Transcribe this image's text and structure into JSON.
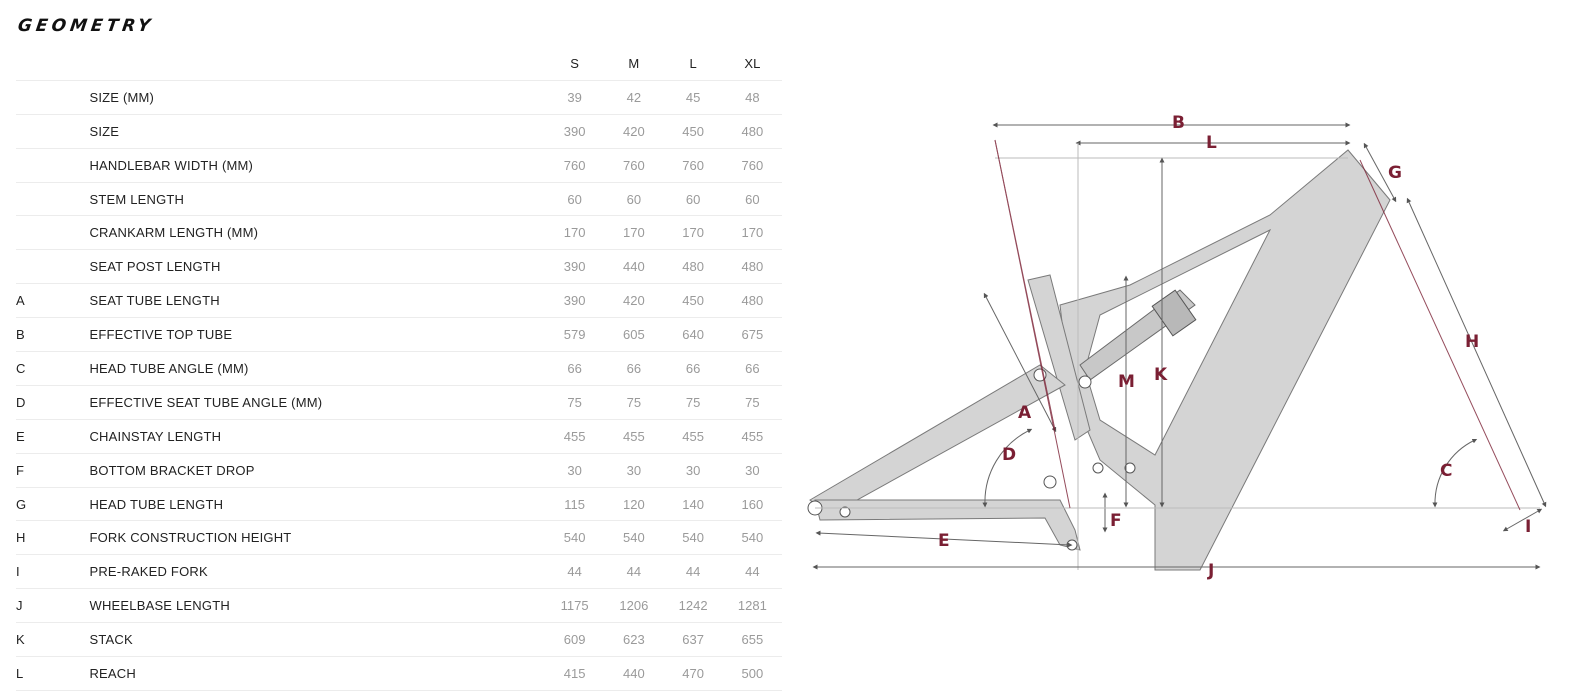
{
  "title": "GEOMETRY",
  "sizes": [
    "S",
    "M",
    "L",
    "XL"
  ],
  "rows": [
    {
      "letter": "",
      "label": "SIZE (MM)",
      "values": [
        "39",
        "42",
        "45",
        "48"
      ]
    },
    {
      "letter": "",
      "label": "SIZE",
      "values": [
        "390",
        "420",
        "450",
        "480"
      ]
    },
    {
      "letter": "",
      "label": "HANDLEBAR WIDTH (MM)",
      "values": [
        "760",
        "760",
        "760",
        "760"
      ]
    },
    {
      "letter": "",
      "label": "STEM LENGTH",
      "values": [
        "60",
        "60",
        "60",
        "60"
      ]
    },
    {
      "letter": "",
      "label": "CRANKARM LENGTH (MM)",
      "values": [
        "170",
        "170",
        "170",
        "170"
      ]
    },
    {
      "letter": "",
      "label": "SEAT POST LENGTH",
      "values": [
        "390",
        "440",
        "480",
        "480"
      ]
    },
    {
      "letter": "A",
      "label": "SEAT TUBE LENGTH",
      "values": [
        "390",
        "420",
        "450",
        "480"
      ]
    },
    {
      "letter": "B",
      "label": "EFFECTIVE TOP TUBE",
      "values": [
        "579",
        "605",
        "640",
        "675"
      ]
    },
    {
      "letter": "C",
      "label": "HEAD TUBE ANGLE (MM)",
      "values": [
        "66",
        "66",
        "66",
        "66"
      ]
    },
    {
      "letter": "D",
      "label": "EFFECTIVE SEAT TUBE ANGLE (MM)",
      "values": [
        "75",
        "75",
        "75",
        "75"
      ]
    },
    {
      "letter": "E",
      "label": "CHAINSTAY LENGTH",
      "values": [
        "455",
        "455",
        "455",
        "455"
      ]
    },
    {
      "letter": "F",
      "label": "BOTTOM BRACKET DROP",
      "values": [
        "30",
        "30",
        "30",
        "30"
      ]
    },
    {
      "letter": "G",
      "label": "HEAD TUBE LENGTH",
      "values": [
        "115",
        "120",
        "140",
        "160"
      ]
    },
    {
      "letter": "H",
      "label": "FORK CONSTRUCTION HEIGHT",
      "values": [
        "540",
        "540",
        "540",
        "540"
      ]
    },
    {
      "letter": "I",
      "label": "PRE-RAKED FORK",
      "values": [
        "44",
        "44",
        "44",
        "44"
      ]
    },
    {
      "letter": "J",
      "label": "WHEELBASE LENGTH",
      "values": [
        "1175",
        "1206",
        "1242",
        "1281"
      ]
    },
    {
      "letter": "K",
      "label": "STACK",
      "values": [
        "609",
        "623",
        "637",
        "655"
      ]
    },
    {
      "letter": "L",
      "label": "REACH",
      "values": [
        "415",
        "440",
        "470",
        "500"
      ]
    }
  ],
  "diagram_labels": {
    "A": "A",
    "B": "B",
    "C": "C",
    "D": "D",
    "E": "E",
    "F": "F",
    "G": "G",
    "H": "H",
    "I": "I",
    "J": "J",
    "K": "K",
    "L": "L",
    "M": "M"
  },
  "colors": {
    "accent": "#7a1f33",
    "frame": "#d4d4d4",
    "frame_stroke": "#7a7a7a"
  }
}
